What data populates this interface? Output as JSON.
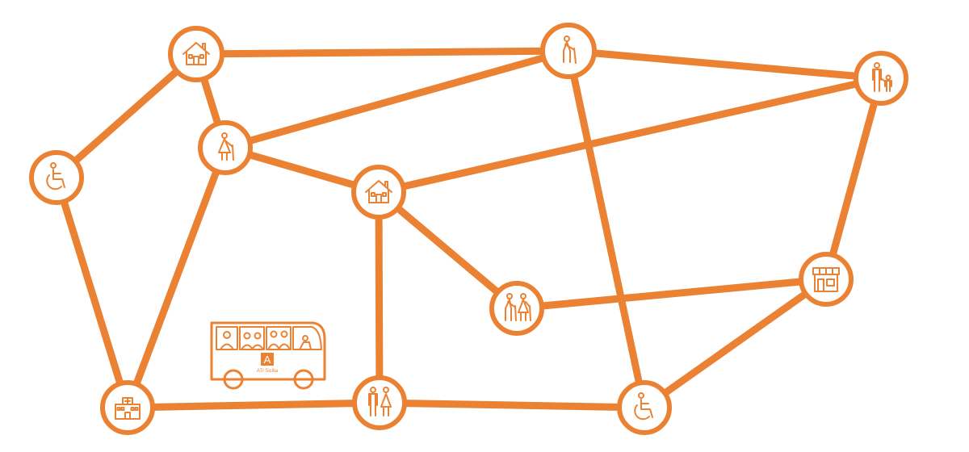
{
  "colors": {
    "accent": "#EB8132",
    "background": "#FFFFFF"
  },
  "nodes": [
    {
      "id": "house-top",
      "icon": "house-icon"
    },
    {
      "id": "elder-cane",
      "icon": "elderly-person-cane-icon"
    },
    {
      "id": "parent-child",
      "icon": "parent-with-child-icon"
    },
    {
      "id": "wheelchair-left",
      "icon": "wheelchair-icon"
    },
    {
      "id": "elder-woman",
      "icon": "elderly-woman-cane-icon"
    },
    {
      "id": "house-center",
      "icon": "house-icon"
    },
    {
      "id": "shop",
      "icon": "shop-storefront-icon"
    },
    {
      "id": "elderly-couple",
      "icon": "elderly-couple-icon"
    },
    {
      "id": "hospital",
      "icon": "hospital-icon"
    },
    {
      "id": "couple",
      "icon": "couple-icon"
    },
    {
      "id": "wheelchair-right",
      "icon": "wheelchair-icon"
    }
  ],
  "edges": [
    [
      "house-top",
      "elder-cane"
    ],
    [
      "house-top",
      "wheelchair-left"
    ],
    [
      "house-top",
      "elder-woman"
    ],
    [
      "elder-cane",
      "parent-child"
    ],
    [
      "elder-cane",
      "elder-woman"
    ],
    [
      "elder-cane",
      "wheelchair-right"
    ],
    [
      "parent-child",
      "house-center"
    ],
    [
      "parent-child",
      "shop"
    ],
    [
      "wheelchair-left",
      "hospital"
    ],
    [
      "elder-woman",
      "house-center"
    ],
    [
      "elder-woman",
      "hospital"
    ],
    [
      "house-center",
      "elderly-couple"
    ],
    [
      "house-center",
      "couple"
    ],
    [
      "elderly-couple",
      "shop"
    ],
    [
      "shop",
      "wheelchair-right"
    ],
    [
      "hospital",
      "couple"
    ],
    [
      "couple",
      "wheelchair-right"
    ]
  ],
  "bus": {
    "icon": "bus-icon",
    "logo_letter": "A",
    "brand_text": "ATI Sicilia"
  }
}
